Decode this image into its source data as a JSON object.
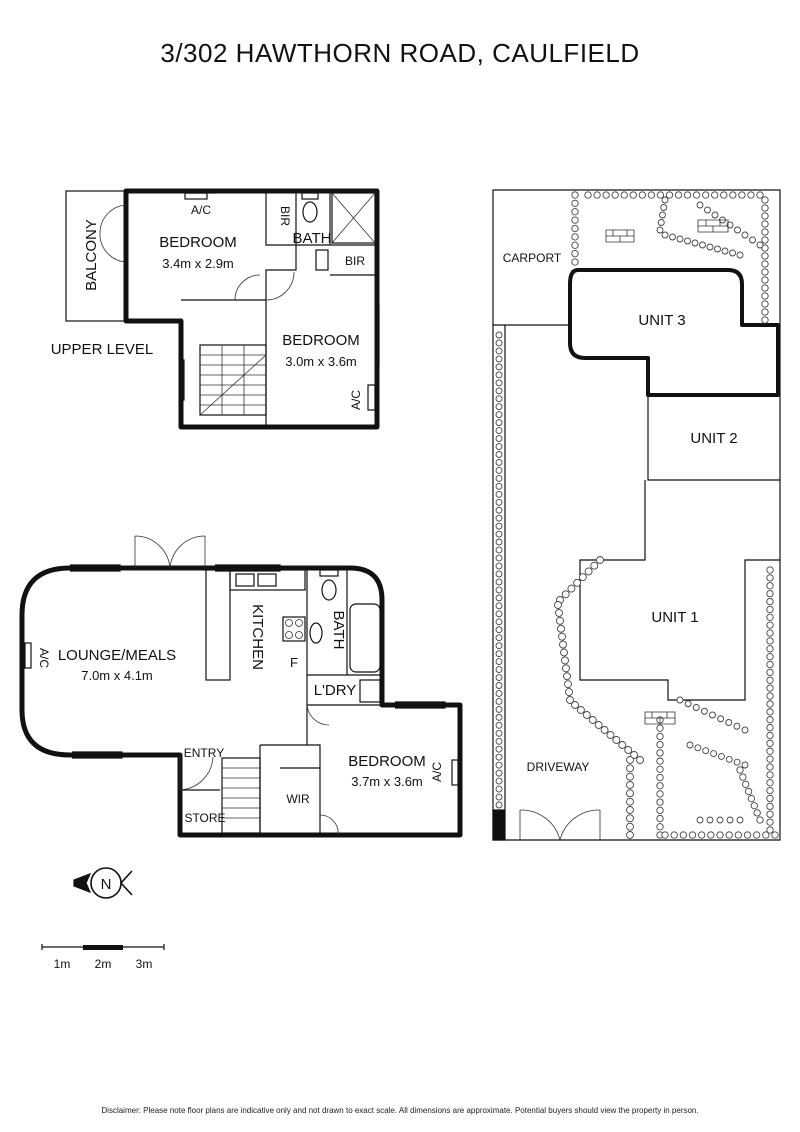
{
  "title": "3/302 HAWTHORN ROAD, CAULFIELD",
  "upper_level": {
    "label": "UPPER LEVEL",
    "balcony": "BALCONY",
    "bedroom1": {
      "name": "BEDROOM",
      "size": "3.4m x 2.9m"
    },
    "bedroom2": {
      "name": "BEDROOM",
      "size": "3.0m x 3.6m"
    },
    "bath": "BATH",
    "bir1": "BIR",
    "bir2": "BIR",
    "ac1": "A/C",
    "ac2": "A/C"
  },
  "ground_level": {
    "lounge": {
      "name": "LOUNGE/MEALS",
      "size": "7.0m x 4.1m"
    },
    "kitchen": "KITCHEN",
    "bath": "BATH",
    "fridge": "F",
    "laundry": "L'DRY",
    "bedroom": {
      "name": "BEDROOM",
      "size": "3.7m x 3.6m"
    },
    "entry": "ENTRY",
    "store": "STORE",
    "wir": "WIR",
    "ac1": "A/C",
    "ac2": "A/C"
  },
  "site": {
    "carport": "CARPORT",
    "unit1": "UNIT 1",
    "unit2": "UNIT 2",
    "unit3": "UNIT 3",
    "driveway": "DRIVEWAY"
  },
  "compass": {
    "label": "N"
  },
  "scale": {
    "ticks": [
      "1m",
      "2m",
      "3m"
    ]
  },
  "disclaimer": "Disclaimer: Please note floor plans are indicative only and not drawn to exact scale. All dimensions are approximate. Potential buyers should view the property in person."
}
